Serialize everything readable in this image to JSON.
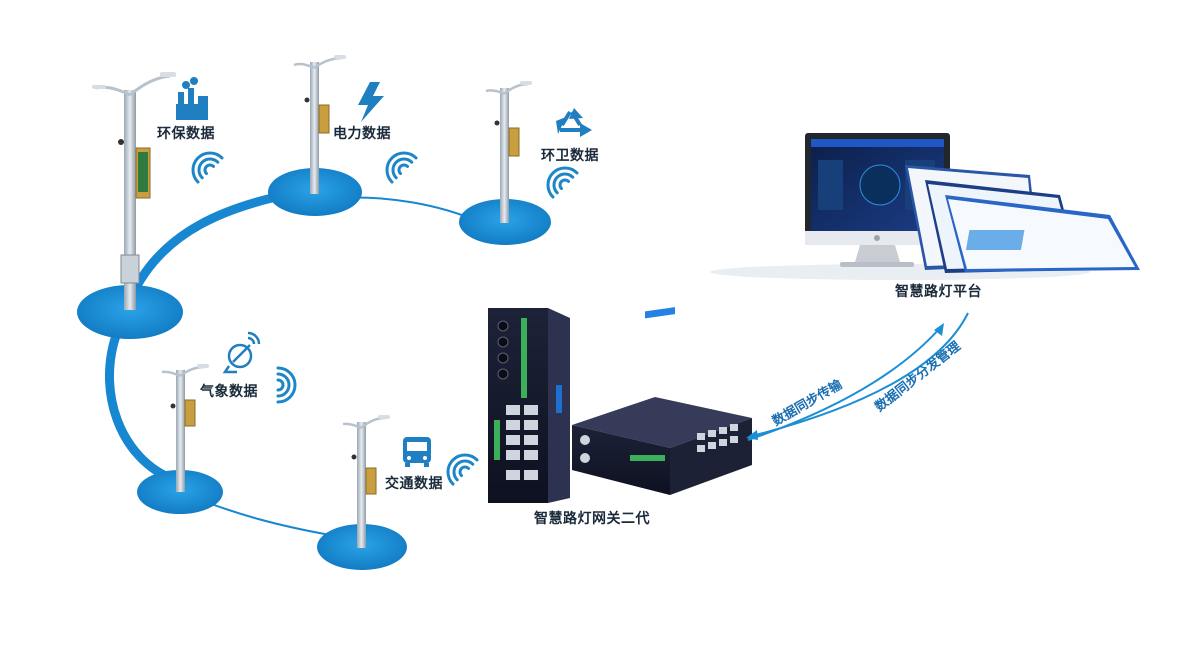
{
  "nodes": {
    "env": "环保数据",
    "power": "电力数据",
    "sanitation": "环卫数据",
    "weather": "气象数据",
    "traffic": "交通数据"
  },
  "gateway_label": "智慧路灯网关二代",
  "platform_label": "智慧路灯平台",
  "arrows": {
    "upload": "数据同步传输",
    "download": "数据同步分发管理"
  },
  "icons": {
    "env": "factory-icon",
    "power": "lightning-icon",
    "sanitation": "recycle-icon",
    "weather": "satellite-dish-icon",
    "traffic": "bus-icon",
    "signal": "wifi-signal-icon"
  },
  "colors": {
    "accent": "#1a8fd6",
    "accent_dark": "#0f6fb0",
    "label": "#1a2a3a",
    "icon": "#1f7fc0"
  }
}
